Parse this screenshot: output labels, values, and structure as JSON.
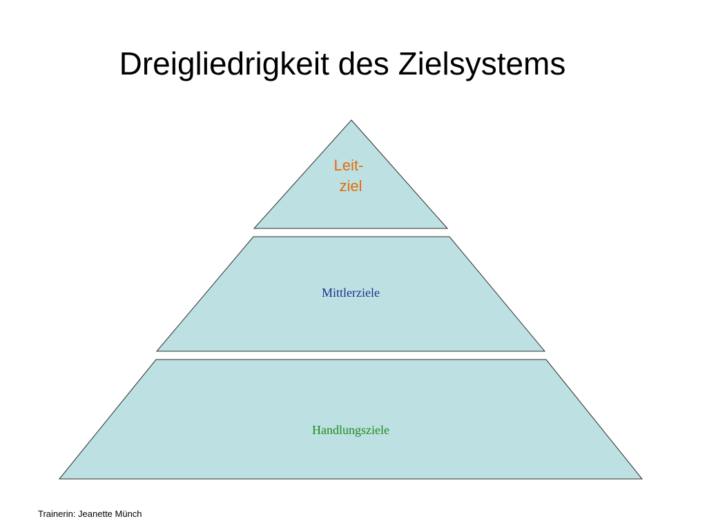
{
  "slide": {
    "title": "Dreigliedrigkeit des Zielsystems",
    "footer": "Trainerin: Jeanette Münch"
  },
  "pyramid": {
    "fill_color": "#bde0e2",
    "levels": [
      {
        "label_lines": [
          "Leit-",
          "ziel"
        ],
        "color": "#e36c0a"
      },
      {
        "label_lines": [
          "Mittlerziele"
        ],
        "color": "#1f2f8a"
      },
      {
        "label_lines": [
          "Handlungsziele"
        ],
        "color": "#1e8a1e"
      }
    ]
  }
}
